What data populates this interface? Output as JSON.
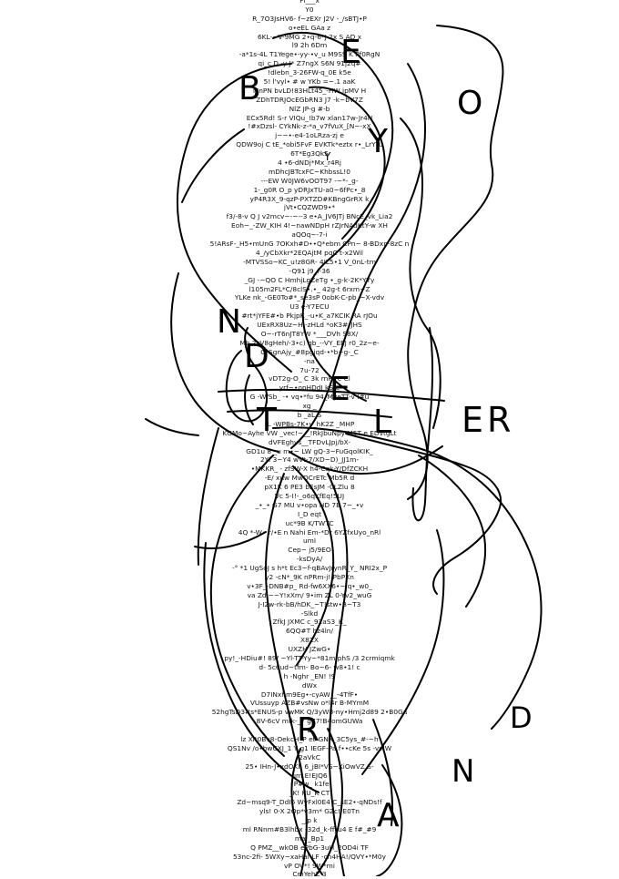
{
  "text_column": [
    "Fl___x",
    "Y0",
    "R_7O3JsHV6- f~zEXr J2V -_/sBTJ•P",
    "o•eEL GAa z",
    "6KL-~V-9MG 2•q-6*J 2x S AD x",
    "l9 2h 6Dm",
    "-a*1s-4L T1Yege•-yy-•v_u M9SS K Pf0RgN",
    "qi_c D -y J* Z7ngX S6N 91j2q#",
    "!dlebn_3-26FW-q_0E k5e",
    "5! l'vyl• # w YKb =~.1 aaK",
    "MnPN bvLD!83HLt45_-HW ipMV H",
    "ZDhTDRJOcEGbRN3 J7 -k~bV7Z",
    "NlZ JP-g #-b",
    "ECx5Rd! S-r VIQu_!b7w xlan17w-Jr4N",
    "!#xDzsl- CYkNk-z-*a_v7fVuX_[N~-xX",
    "j~~•-e4-1oLRza-zj e",
    "QDW9oj C tE_*obi5FvF EVKTk*eztx r•_LrYTu",
    "6T*Eg3Qk5",
    "4 •6-dNDj*Mx_r4Rj",
    "mDhcJBTcxFC~KhbssL!0",
    "---EW W0JW6vOOT97 -~*-_g-",
    "1-_g0R O_p yDRJxTU-a0~6fPc•_8",
    "yP4R3X_9-qzP-PXTZD#KBngGrRX k",
    "jVt•CQZWD9•*",
    "f3/-8-v Q J v2mcv~-~--3 e•A_JV6JTj BNcE_vk_Lia2",
    "Eoh~_-ZW_KIH 4!~nawNDpH rZJrNAdKtY-w XH",
    "aQOq~-7-i",
    "5!ARsF-_H5•mUnG 7OKxh#D••Q*ebm CPn~ 8-BDxn-8zC n",
    "4_/yCbXkr*2EQAjtM pqC t-x2Wil",
    "-MTVSSo~KC_u!z8GR- 4IL5•1 V_0nL-tm",
    "-Q91 j9_f-36",
    "_GJ -~QO C HmhjLgZeTg •_g-k-2K*YYy",
    "l105m2FL*C/8clS•.•_ 42g-t 6rxm~Z",
    "YLKe nk_-GE0To#*_se3sP 0obK-C-pb_~X-vdv",
    "U3 e-Y7ECU",
    "#rt*jYFE#•b PkjpK_-u•K_a7KCIK RA rJOu",
    "UExRX8Uz~H -zHLd *oK3#-JHS",
    "O~-rT6nJT8YW *___DVh S8X/",
    "Mh 2sV8gHeh/-3•c) qb_--VY_EEJ r0_2z~e-",
    "O-SgnAjy_#8pgjqd-•*b~g-_C",
    "-na",
    "7u-72",
    "vDT2g-O_ C 3k rnRt e Cl",
    "yrf~•opHDdJ kS-e",
    "G -W/Sb_ -• vq•*fu 94_MyeTT-v I#u",
    "xg _",
    "b _aL S",
    "-L -WPBs-7K•v_hK2Z _MHP",
    "KGMo~Ayhe VW _vec!~__!RkJbuNpy M5T e EDvtgLt",
    "dVFEghvs__TFDvLJpj/bX-",
    "GD1u 8 _u m•~ LW gQ-3~FuGqolKIK_",
    "2Yl 3~Y4 wVt-7/XD~D)_JJ1m-",
    "•MKKR_ - zfSW-X h4-Cqk-Y/DfZCKH",
    "-E/ xuw MwQCrETc Mb5R d",
    "pX1K 6 PE3 bEsJM -0LZlu 8",
    "Vc 5-I!-_o6qKfEq!5UJ",
    "_•_• G7 MU v•opa HD 7E 7~_•v",
    "I_D eqt",
    "uc*9B K/TWTC",
    "4Q *-W• r/•E n Nahi Em-*Dr 6YZfxUyo_nRl",
    "umI",
    "Cep~ j5/9EO",
    "-ksDyA/",
    "-° *1 UgSoJ s h*t Ec3~f-qBAvJrynR_Y_ NRI2x_P",
    "y2 -cN*_9K nPRm-j! PbPXn",
    "v•3F_-DNB#p_ Rd-fw6XX6•~lq•_w0_",
    "va Zdl~~Y!xXm/ 9•im ZL 0-Yv2_wuG",
    "J-I2w-rk-bB/hDK_~T!stw•B~T3",
    "-Slkd",
    "ZfkJ JXMC c_92aS3_K_",
    "6QQ#T hz4ln/",
    "X8ZX",
    "UXZH JZwG•",
    "py!_-HDiu#! 89/ ~Yl-TT-Yy~*81mIphS /3 2crmiqmk",
    "d- 5c6ud~tfm- Bo~6- w8•1! c",
    "h -Nghr _EN! !9",
    "dWx",
    "D7INxhm9Eg•-cyAW__-4TfF•",
    "VUssuyp AZB#vsNw o*l4r B-MYmM",
    "52hgTsD3#s*ENUS-p vwMK Q/3yW8-ny•Hmj2d89 2•B0Ga",
    "8V-6cV mfk-_7 g77!B4omGUWa",
    "E",
    "lz Xlt0Bv8-OekcH_P et-GNX_3C5ys_#-~h",
    "QS1Nv /o•bwCXJ_1 Y g1 IEGF-Pa f••cKe 5s -vvIW",
    "2aVkC",
    "25• IHn-J•xdOKh 6_jBI*VS~XiOwVZ S-",
    "um E!EJQ6",
    "•P#w_ k1fe",
    "_K! KU_K CT",
    "Zd~msq9-T_DdI6 WyFxl0E4 C_sE2•-qNDs!f",
    "yls! 0-X 2Op*v3m* GZc! E0Tn",
    "_Jp k",
    "ml RNnm#B3lhbx -32d_k-ff_u4 E f#_#9",
    "ma _Bp1",
    "Q PMZ__wkOB ePbG-3uH_2OD4i TF",
    "53nc-2fi- 5WXy~xaHal LF -cn4HA!/QVY•*M0y",
    "vP OV*! 9W*mi",
    "CmYehZ 3"
  ],
  "letters": [
    {
      "id": "E",
      "char": "E"
    },
    {
      "id": "Y",
      "char": "Y"
    },
    {
      "id": "O",
      "char": "O"
    },
    {
      "id": "B",
      "char": "B"
    },
    {
      "id": "Y2",
      "char": "Y"
    },
    {
      "id": "N",
      "char": "N"
    },
    {
      "id": "D",
      "char": "D"
    },
    {
      "id": "E2",
      "char": "E"
    },
    {
      "id": "L",
      "char": "L"
    },
    {
      "id": "T",
      "char": "T"
    },
    {
      "id": "ER",
      "char": "ER"
    },
    {
      "id": "D2",
      "char": "D"
    },
    {
      "id": "N2",
      "char": "N"
    },
    {
      "id": "R",
      "char": "R"
    },
    {
      "id": "A",
      "char": "A"
    }
  ],
  "colors": {
    "background": "#ffffff",
    "ink": "#000000",
    "text": "#111111"
  }
}
